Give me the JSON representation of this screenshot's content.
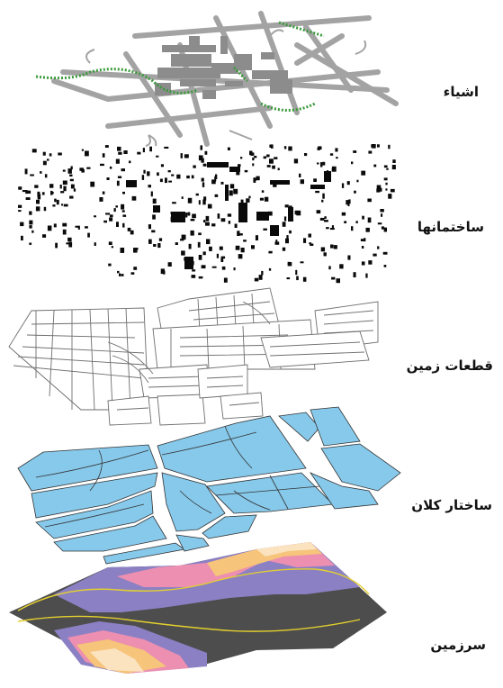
{
  "layers": [
    {
      "id": "objects",
      "label": "اشیاء"
    },
    {
      "id": "buildings",
      "label": "ساختمانها"
    },
    {
      "id": "parcels",
      "label": "قطعات زمین"
    },
    {
      "id": "macro",
      "label": "ساختار کلان"
    },
    {
      "id": "terrain",
      "label": "سرزمین"
    }
  ],
  "colors": {
    "road": "#a3a3a3",
    "building_gray": "#8c8c8c",
    "vegetation": "#3a9a3a",
    "building_black": "#0a0a0a",
    "parcel_line": "#6e6e6e",
    "macro_fill": "#87c9eb",
    "macro_line": "#333333",
    "terrain_dark": "#4d4d4d",
    "terrain_purple": "#8b80c4",
    "terrain_pink": "#ec8fb0",
    "terrain_orange": "#f6c47a",
    "terrain_cream": "#fbe3c0",
    "contour": "#e2cf2e"
  }
}
